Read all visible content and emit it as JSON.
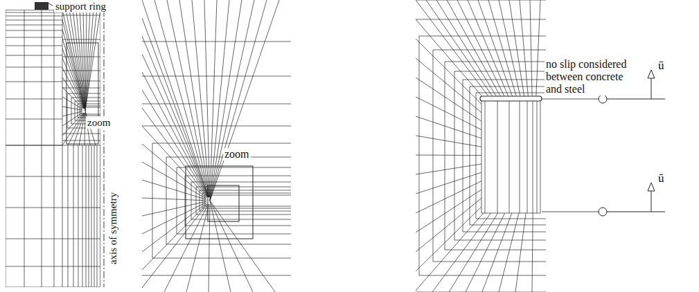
{
  "diagram": {
    "labels": [
      "support ring",
      "zoom",
      "axis of symmetry",
      "zoom",
      "no slip considered between concrete and steel",
      "ū",
      "ū"
    ]
  }
}
